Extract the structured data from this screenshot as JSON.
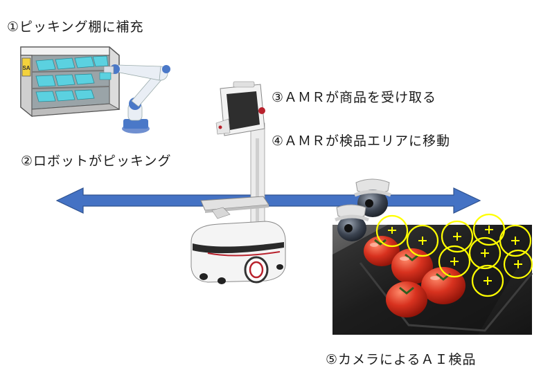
{
  "steps": {
    "step1": "①ピッキング棚に補充",
    "step2": "②ロボットがピッキング",
    "step3": "③ＡＭＲが商品を受け取る",
    "step4": "④ＡＭＲが検品エリアに移動",
    "step5": "⑤カメラによるＡＩ検品"
  },
  "colors": {
    "arrow": "#4472c4",
    "arrow_border": "#2f528f",
    "shelf_frame": "#f2f2f2",
    "bins": "#5bd1e0",
    "shelf_label": "#f3d23c",
    "robot_arm": "#e9eef5",
    "robot_joint": "#4a78c8",
    "amr_body": "#f4f4f4",
    "amr_accent": "#b8212c",
    "photo_bg": "#1f1f1f",
    "tomato": "#d8321f",
    "detection_circle": "#ffff00"
  },
  "icons": {
    "shelf": "picking-shelf-icon",
    "arm": "robot-arm-icon",
    "amr": "amr-robot-icon",
    "camera": "dome-camera-icon",
    "photo": "tomato-inspection-photo"
  },
  "shelf_sign": "SA"
}
